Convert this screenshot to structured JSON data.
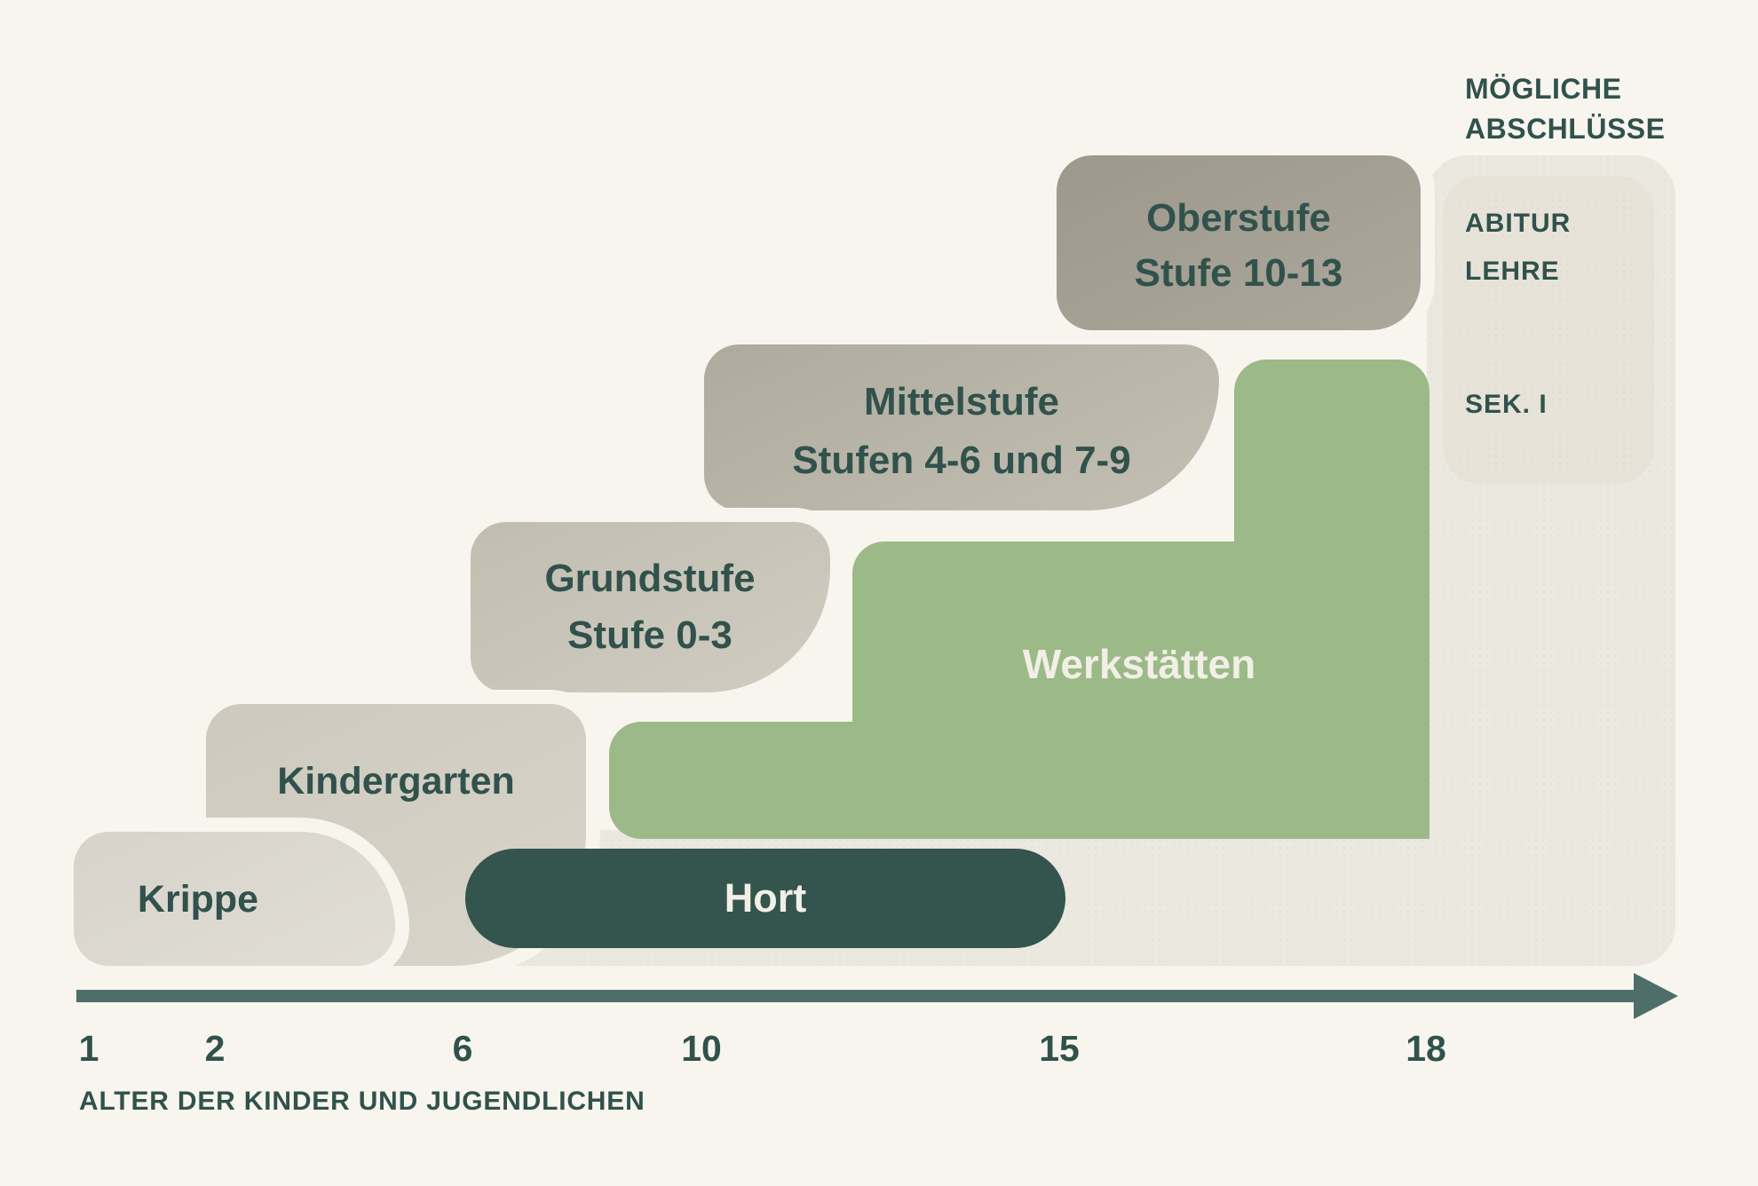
{
  "diagram_title_implicit": "Schulstufen-Treppe nach Alter",
  "heading": {
    "line1": "MÖGLICHE",
    "line2": "ABSCHLÜSSE"
  },
  "qualifications": {
    "abitur": "ABITUR",
    "lehre": "LEHRE",
    "sek1": "SEK. I"
  },
  "steps": {
    "krippe": {
      "label": "Krippe",
      "age_start": 1
    },
    "kindergarten": {
      "label": "Kindergarten",
      "age_start": 2
    },
    "grundstufe": {
      "label": "Grundstufe",
      "sublabel": "Stufe 0-3",
      "age_start": 6
    },
    "mittelstufe": {
      "label": "Mittelstufe",
      "sublabel": "Stufen 4-6 und 7-9",
      "age_start": 10
    },
    "oberstufe": {
      "label": "Oberstufe",
      "sublabel": "Stufe 10-13",
      "age_start": 15
    }
  },
  "werkstaetten": {
    "label": "Werkstätten"
  },
  "hort": {
    "label": "Hort",
    "age_start": 6,
    "age_end": 15
  },
  "axis": {
    "caption": "ALTER DER KINDER UND JUGENDLICHEN",
    "ticks": [
      "1",
      "2",
      "6",
      "10",
      "15",
      "18"
    ]
  },
  "colors": {
    "background": "#f8f5ef",
    "panel": "#ebe8e0",
    "card": "#e7e3d9",
    "green": "#9cba87",
    "pill": "#34544e",
    "text": "#31524c",
    "axis": "#4e6f69",
    "label_light": "#f1efe6",
    "step_krippe": "#dcd8d0",
    "step_kindergarten": "#d2cec3",
    "step_grundstufe": "#c9c4b8",
    "step_mittelstufe": "#b8b3a7",
    "step_oberstufe": "#a49f93"
  }
}
